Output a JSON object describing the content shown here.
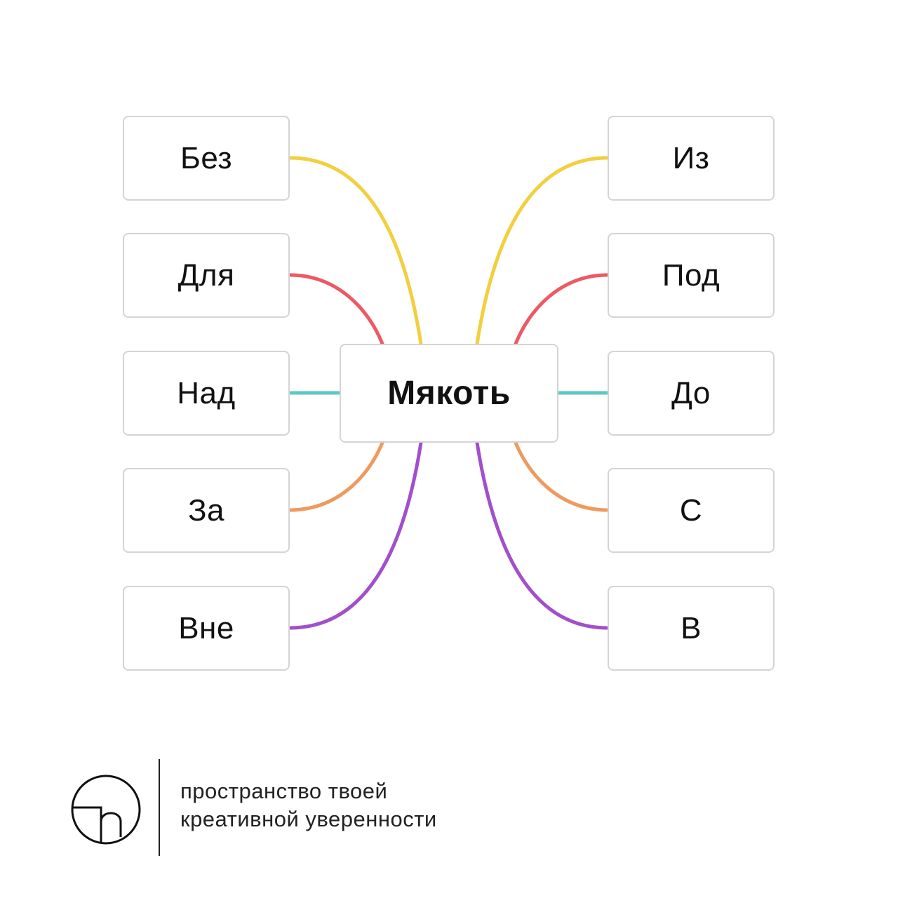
{
  "diagram": {
    "center": {
      "label": "Мякоть"
    },
    "left_nodes": [
      {
        "label": "Без",
        "color": "#F2CF3F"
      },
      {
        "label": "Для",
        "color": "#EC5A64"
      },
      {
        "label": "Над",
        "color": "#5CC8C6"
      },
      {
        "label": "За",
        "color": "#EE9A5E"
      },
      {
        "label": "Вне",
        "color": "#A24FCB"
      }
    ],
    "right_nodes": [
      {
        "label": "Из",
        "color": "#F2CF3F"
      },
      {
        "label": "Под",
        "color": "#EC5A64"
      },
      {
        "label": "До",
        "color": "#5CC8C6"
      },
      {
        "label": "С",
        "color": "#EE9A5E"
      },
      {
        "label": "В",
        "color": "#A24FCB"
      }
    ]
  },
  "footer": {
    "logo_icon": "h-circle-logo-icon",
    "tagline_line1": "пространство твоей",
    "tagline_line2": "креативной уверенности"
  }
}
